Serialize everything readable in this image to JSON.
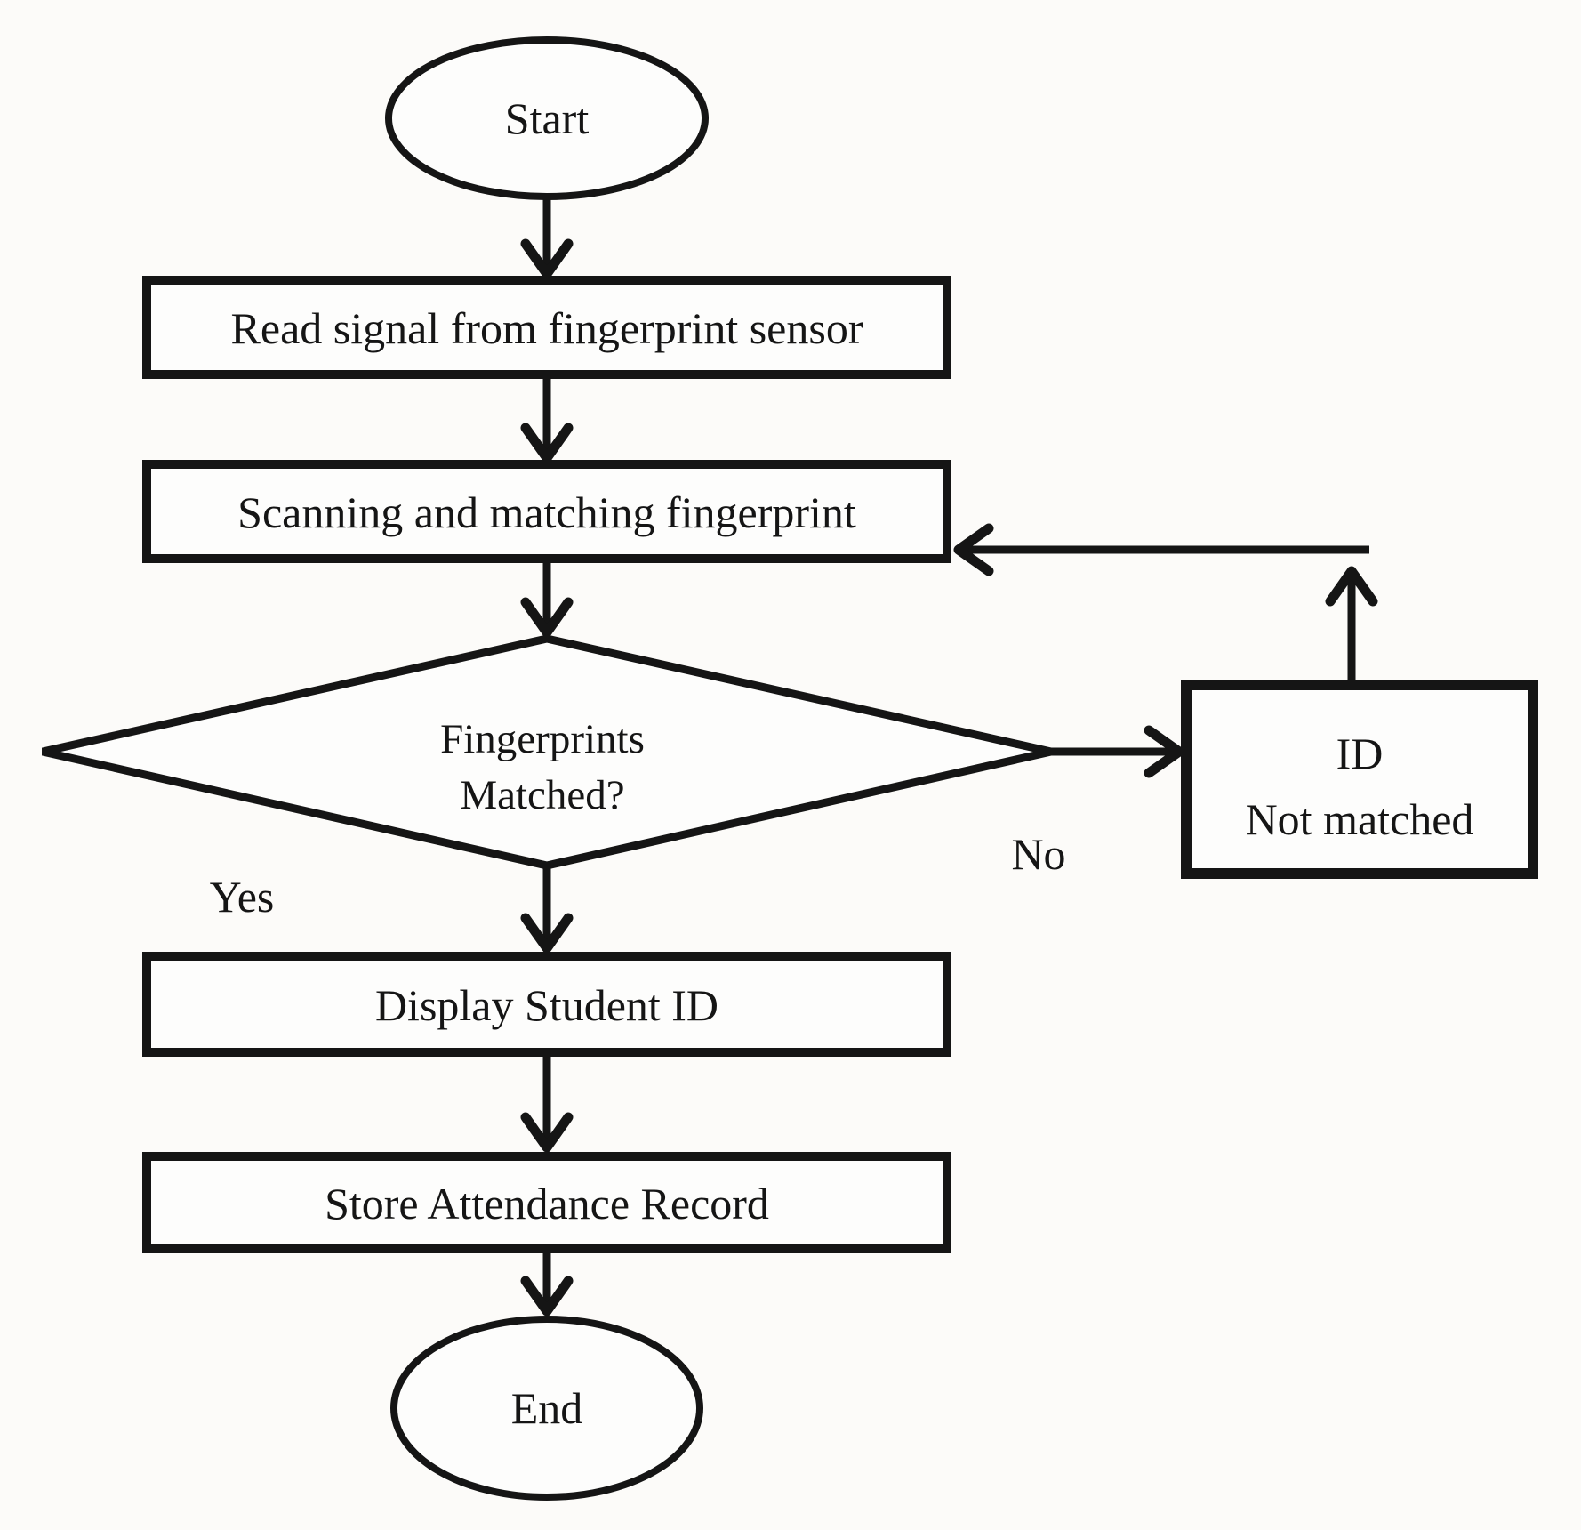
{
  "figure": {
    "title": "Fingerprint attendance flowchart",
    "background_color": "#fcfbf9",
    "stroke_color": "#151515",
    "text_color": "#151515"
  },
  "nodes": {
    "start": {
      "type": "terminator",
      "label": "Start"
    },
    "read_signal": {
      "type": "process",
      "label": "Read signal from fingerprint sensor"
    },
    "scan_match": {
      "type": "process",
      "label": "Scanning and matching fingerprint"
    },
    "decision": {
      "type": "decision",
      "label_line1": "Fingerprints",
      "label_line2": "Matched?"
    },
    "id_not_matched": {
      "type": "process",
      "label_line1": "ID",
      "label_line2": "Not matched"
    },
    "display_id": {
      "type": "process",
      "label": "Display Student ID"
    },
    "store_record": {
      "type": "process",
      "label": "Store Attendance Record"
    },
    "end": {
      "type": "terminator",
      "label": "End"
    }
  },
  "branch_labels": {
    "yes": "Yes",
    "no": "No"
  },
  "edges": [
    {
      "from": "start",
      "to": "read_signal",
      "label": ""
    },
    {
      "from": "read_signal",
      "to": "scan_match",
      "label": ""
    },
    {
      "from": "scan_match",
      "to": "decision",
      "label": ""
    },
    {
      "from": "decision",
      "to": "id_not_matched",
      "label": "No"
    },
    {
      "from": "id_not_matched",
      "to": "scan_match",
      "label": ""
    },
    {
      "from": "decision",
      "to": "display_id",
      "label": "Yes"
    },
    {
      "from": "display_id",
      "to": "store_record",
      "label": ""
    },
    {
      "from": "store_record",
      "to": "end",
      "label": ""
    }
  ]
}
